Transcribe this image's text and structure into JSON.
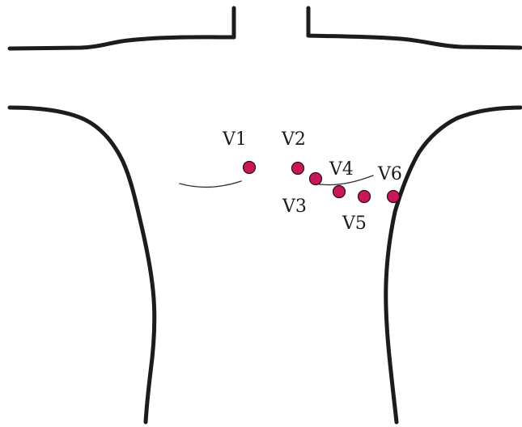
{
  "electrode_color": "#c8185a",
  "leads": [
    {
      "id": "v1",
      "label": "V1"
    },
    {
      "id": "v2",
      "label": "V2"
    },
    {
      "id": "v3",
      "label": "V3"
    },
    {
      "id": "v4",
      "label": "V4"
    },
    {
      "id": "v5",
      "label": "V5"
    },
    {
      "id": "v6",
      "label": "V6"
    }
  ]
}
